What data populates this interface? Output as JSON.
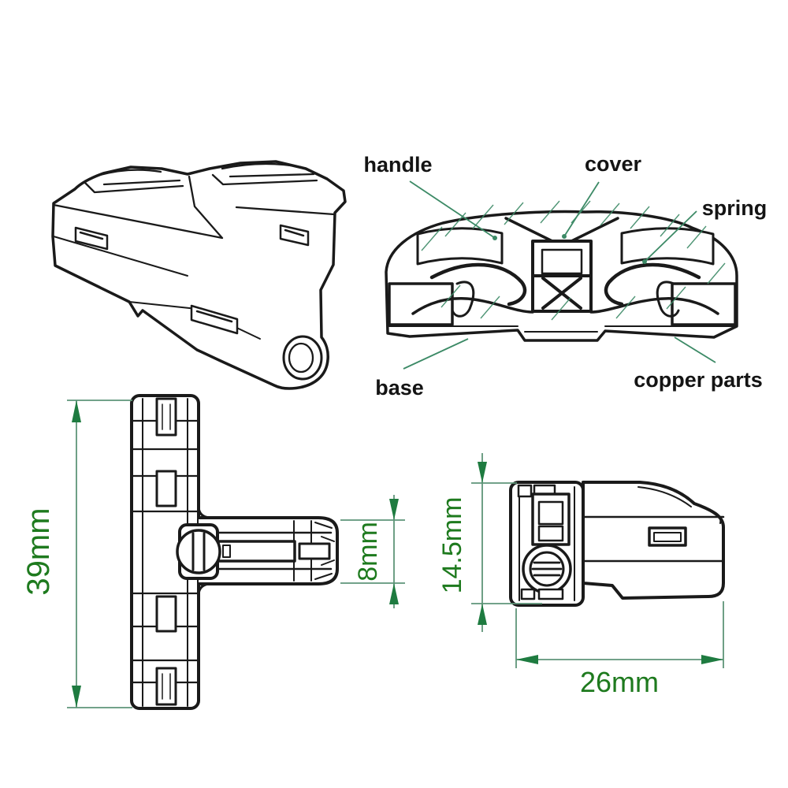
{
  "diagram": {
    "type": "technical-drawing",
    "subject": "lever wire connector, T-type, orthographic and section views",
    "part_labels": {
      "handle": "handle",
      "cover": "cover",
      "spring": "spring",
      "base": "base",
      "copper_parts": "copper parts"
    },
    "dimensions": {
      "front_height": "39mm",
      "port_width": "8mm",
      "side_height": "14.5mm",
      "side_length": "26mm"
    },
    "colors": {
      "line": "#1a1a1a",
      "label_text": "#141414",
      "dimension_text": "#1e7a1e",
      "dimension_line": "#5f9579",
      "arrow": "#1e7b40",
      "leader": "#3c8a66",
      "background": "#ffffff"
    }
  }
}
